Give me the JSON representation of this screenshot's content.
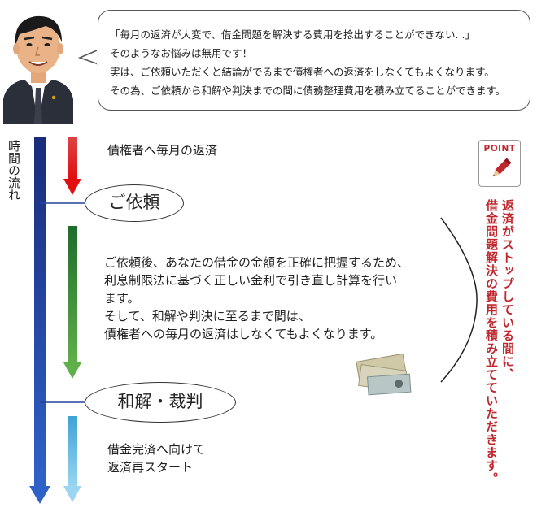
{
  "bubble": {
    "lines": [
      "「毎月の返済が大変で、借金問題を解決する費用を捻出することができない. .」",
      "そのようなお悩みは無用です！",
      "実は、ご依頼いただくと結論がでるまで債権者への返済をしなくてもよくなります。",
      "その為、ご依頼から和解や判決までの間に債務整理費用を積み立てることができます。"
    ]
  },
  "timeline": {
    "label": "時間の流れ",
    "monthly_payment": "債権者へ毎月の返済",
    "stage1": "ご依頼",
    "stage2": "和解・裁判",
    "description": [
      "ご依頼後、あなたの借金の金額を正確に把握するため、",
      "利息制限法に基づく正しい金利で引き直し計算を行い",
      "ます。",
      "そして、和解や判決に至るまで間は、",
      "債権者への毎月の返済はしなくてもよくなります。"
    ],
    "restart": [
      "借金完済へ向けて",
      "返済再スタート"
    ]
  },
  "point": {
    "badge": "POINT",
    "note_line1": "返済がストップしている間に、",
    "note_line2": "借金問題解決の費用を積み立てていただきます。"
  },
  "colors": {
    "accent_red": "#c0272d",
    "navy": "#23449b",
    "green": "#2e8b3c",
    "light_blue": "#7ec8e8"
  }
}
